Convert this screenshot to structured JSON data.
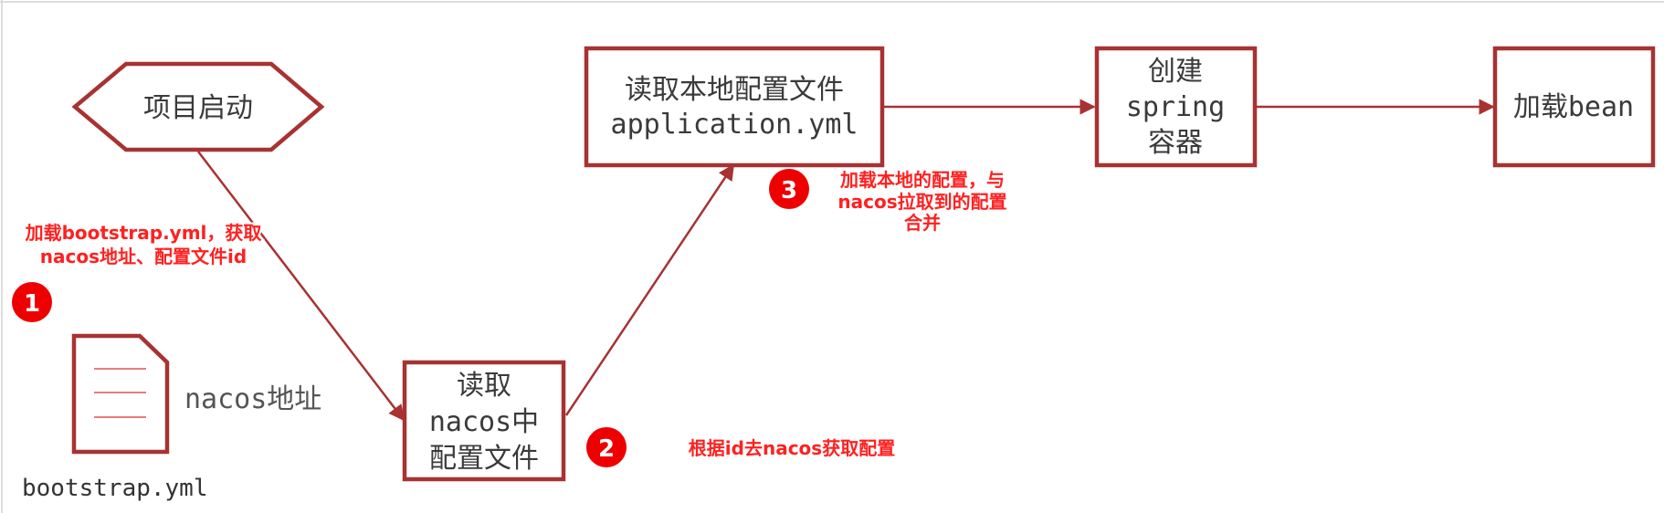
{
  "colors": {
    "node_stroke": "#a83232",
    "arrow": "#a83232",
    "badge": "#ee0000",
    "note_text": "#ff2020"
  },
  "nodes": {
    "start": {
      "label": "项目启动"
    },
    "read_nacos": {
      "lines": [
        "读取",
        "nacos中",
        "配置文件"
      ]
    },
    "read_local": {
      "lines": [
        "读取本地配置文件",
        "application.yml"
      ]
    },
    "create_spring": {
      "lines": [
        "创建",
        "spring",
        "容器"
      ]
    },
    "load_bean": {
      "label": "加载bean"
    }
  },
  "file": {
    "icon": "document-icon",
    "name": "bootstrap.yml",
    "content_label": "nacos地址"
  },
  "steps": [
    {
      "number": "1",
      "note_lines": [
        "加载bootstrap.yml，获取",
        "nacos地址、配置文件id"
      ]
    },
    {
      "number": "2",
      "note_lines": [
        "根据id去nacos获取配置"
      ]
    },
    {
      "number": "3",
      "note_lines": [
        "加载本地的配置，与",
        "nacos拉取到的配置",
        "合并"
      ]
    }
  ]
}
